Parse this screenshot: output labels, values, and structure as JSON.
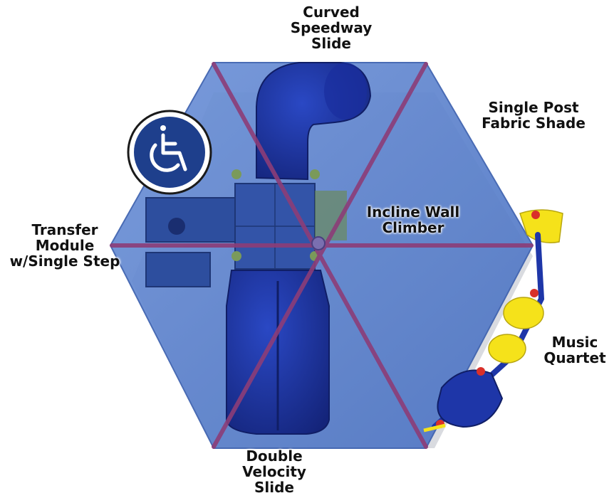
{
  "colors": {
    "shade_fill": "#5a82cc",
    "shade_edge": "#3a5fae",
    "beam": "#8c3d78",
    "slide": "#1e36a8",
    "slide_dark": "#14247a",
    "deck": "#2d4e9e",
    "accent_yellow": "#f5e21a",
    "accent_red": "#d9302a",
    "badge": "#1e3f8c"
  },
  "labels": {
    "curved_slide": [
      "Curved",
      "Speedway",
      "Slide"
    ],
    "fabric_shade": [
      "Single Post",
      "Fabric Shade"
    ],
    "incline_wall": [
      "Incline Wall",
      "Climber"
    ],
    "transfer_module": [
      "Transfer",
      "Module",
      "w/Single Step"
    ],
    "music_quartet": [
      "Music",
      "Quartet"
    ],
    "velocity_slide": [
      "Double",
      "Velocity",
      "Slide"
    ]
  },
  "icons": {
    "accessibility": "wheelchair-accessibility-icon"
  }
}
